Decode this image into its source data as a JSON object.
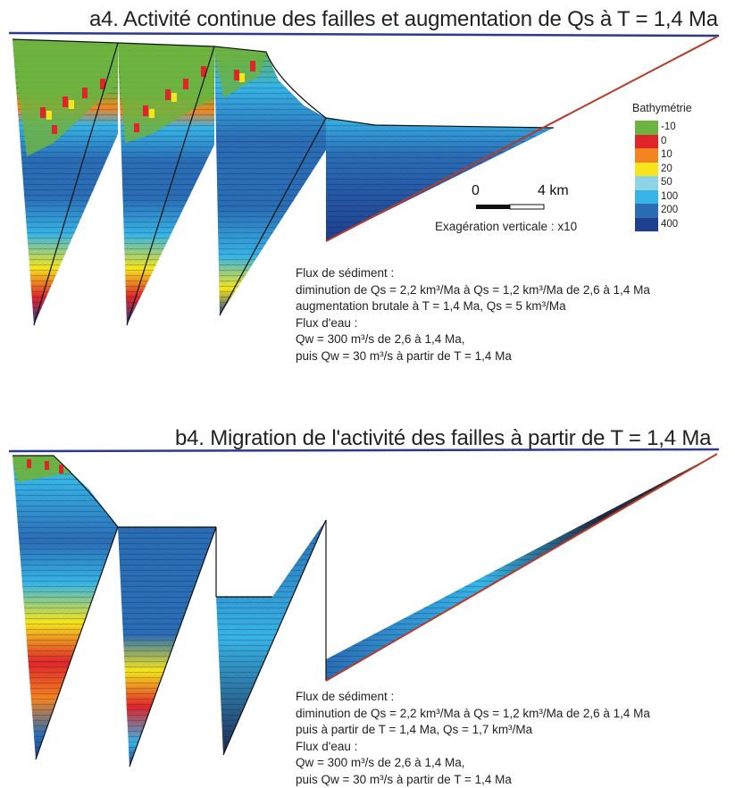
{
  "panel_a": {
    "title": "a4. Activité continue des failles et augmentation de Qs à T = 1,4 Ma",
    "notes": {
      "line1": "Flux de sédiment :",
      "line2": "diminution de Qs = 2,2 km³/Ma à Qs = 1,2 km³/Ma de 2,6 à 1,4 Ma",
      "line3": "augmentation brutale à T = 1,4 Ma, Qs = 5 km³/Ma",
      "line4": "Flux d'eau :",
      "line5": "Qw = 300 m³/s de 2,6 à 1,4 Ma,",
      "line6": "puis  Qw = 30 m³/s à partir de T = 1,4 Ma"
    }
  },
  "panel_b": {
    "title": "b4. Migration de l'activité des failles à partir de  T = 1,4 Ma",
    "notes": {
      "line1": "Flux de sédiment :",
      "line2": "diminution de Qs = 2,2 km³/Ma à Qs = 1,2 km³/Ma de 2,6 à 1,4 Ma",
      "line3": "puis à partir de  T = 1,4 Ma, Qs = 1,7 km³/Ma",
      "line4": "Flux d'eau :",
      "line5": "Qw = 300 m³/s de 2,6 à 1,4 Ma,",
      "line6": "puis  Qw = 30 m³/s à partir de T = 1,4 Ma"
    }
  },
  "legend": {
    "title": "Bathymétrie",
    "items": [
      {
        "label": "-10",
        "color": "#6db33f"
      },
      {
        "label": "0",
        "color": "#e0252a"
      },
      {
        "label": "10",
        "color": "#f4841f"
      },
      {
        "label": "20",
        "color": "#f6e51c"
      },
      {
        "label": "50",
        "color": "#8fd3e6"
      },
      {
        "label": "100",
        "color": "#37b4e6"
      },
      {
        "label": "200",
        "color": "#2a6db5"
      },
      {
        "label": "400",
        "color": "#1f3f8f"
      }
    ]
  },
  "scale": {
    "left": "0",
    "right": "4 km",
    "exaggeration": "Exagération verticale : x10"
  },
  "colors": {
    "sea_level": "#2b3a8f",
    "basement_line": "#b83a2a",
    "deep_blue": "#1f3f8f",
    "mid_blue": "#2a6db5",
    "light_blue": "#37b4e6",
    "green": "#6db33f",
    "red": "#e0252a",
    "orange": "#f4841f",
    "yellow": "#f6e51c"
  }
}
